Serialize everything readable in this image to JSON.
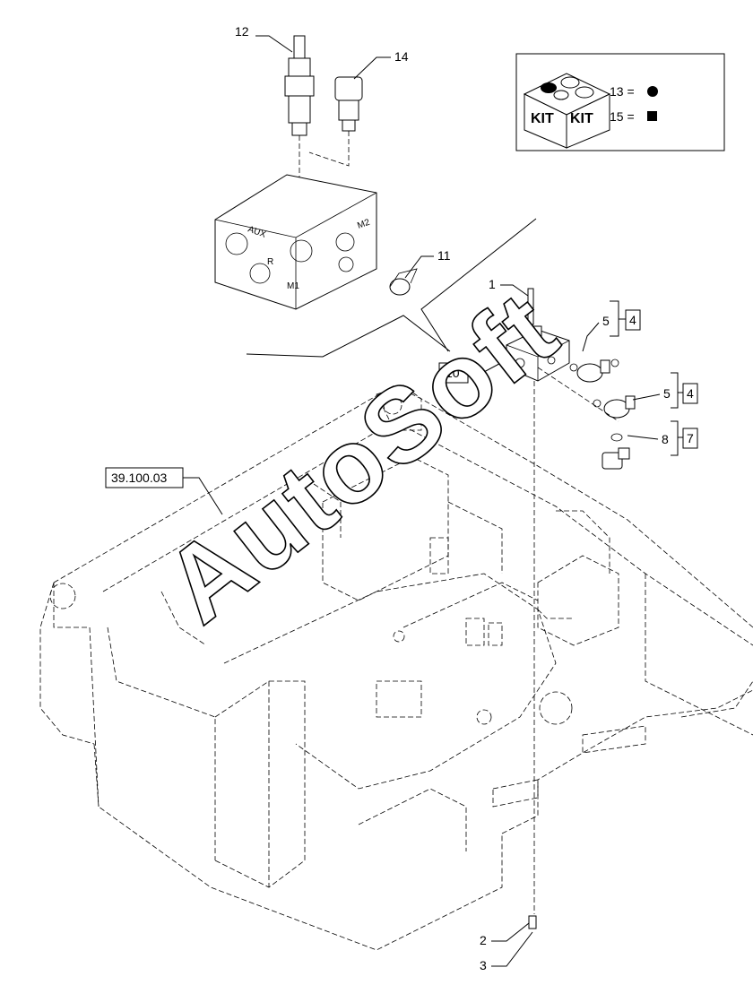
{
  "callouts": {
    "c1": "1",
    "c2": "2",
    "c3": "3",
    "c4a": "4",
    "c4b": "4",
    "c5a": "5",
    "c5b": "5",
    "c7": "7",
    "c8": "8",
    "c10": "10",
    "c11": "11",
    "c12": "12",
    "c14": "14",
    "ref": "39.100.03"
  },
  "kit": {
    "box_label_1": "KIT",
    "box_label_2": "KIT",
    "line1": "13 =",
    "line2": "15 =",
    "symbol1": "circle",
    "symbol2": "square"
  },
  "block_markings": {
    "m1": "M2",
    "m2": "AUX",
    "m3": "R",
    "m4": "M1"
  },
  "watermark": "AutoSoft"
}
